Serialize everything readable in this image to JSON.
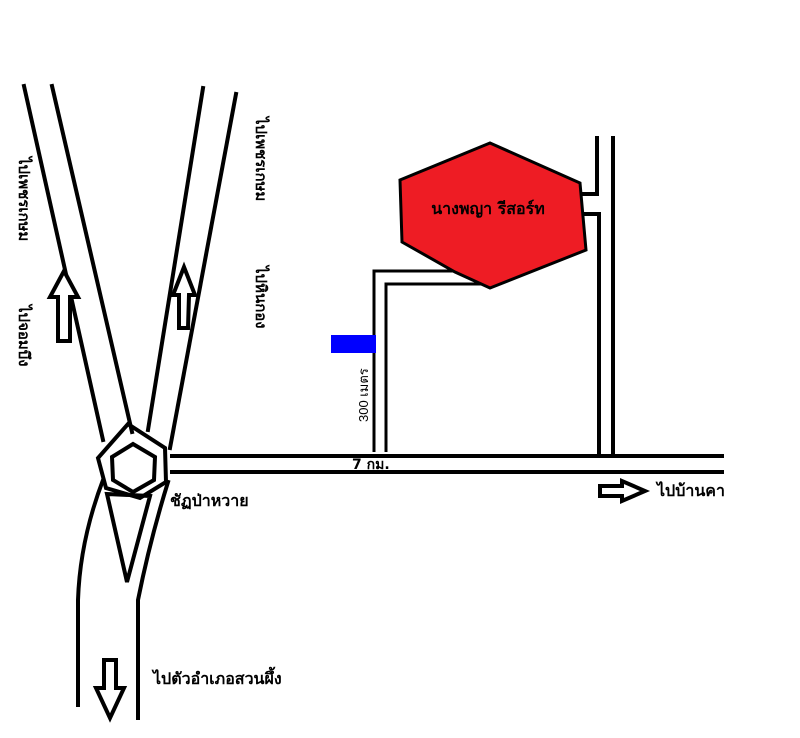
{
  "map": {
    "resort_name": "นางพญา  รีสอร์ท",
    "junction_name": "ชัฏป่าหวาย",
    "distance_main": "7  กม.",
    "distance_side": "300 เมตร",
    "labels": {
      "left_outer_top": "ไปเพชรเกษม",
      "left_outer_bottom": "ไปจอมบึง",
      "center_top": "ไปเพชรเกษม",
      "center_bottom": "ไปหินกอง",
      "east": "ไปบ้านคา",
      "south": "ไปตัวอำเภอสวนผึ้ง"
    },
    "colors": {
      "resort_fill": "#ee1c24",
      "marker": "#0000ff",
      "road": "#000000"
    }
  }
}
